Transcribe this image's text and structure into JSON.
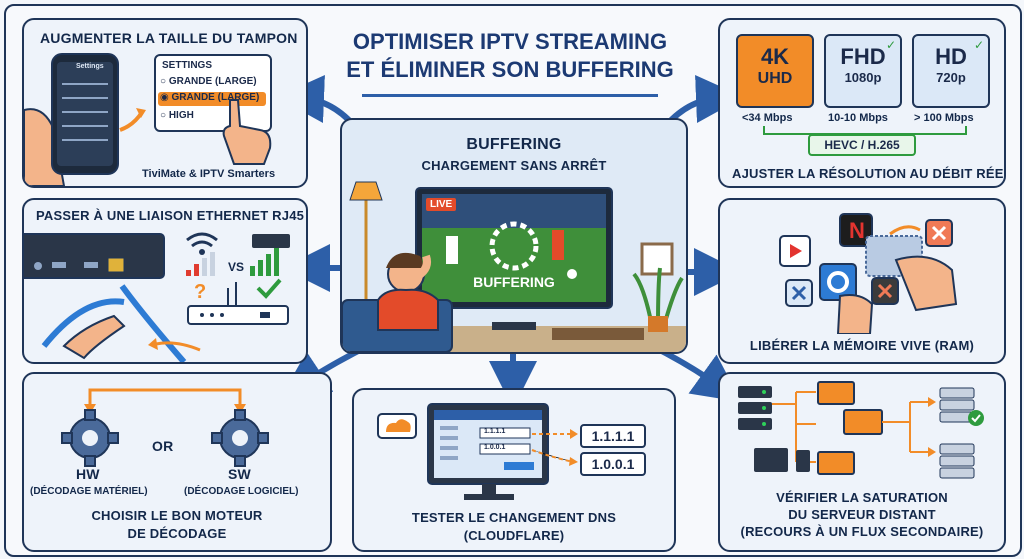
{
  "title": {
    "line1": "OPTIMISER IPTV STREAMING",
    "line2": "ET ÉLIMINER SON BUFFERING"
  },
  "buffer_panel": {
    "title": "AUGMENTER LA TAILLE DU TAMPON",
    "settings_label": "SETTINGS",
    "options": [
      "GRANDE (LARGE)",
      "GRANDE (LARGE)",
      "HIGH"
    ],
    "phone_header": "Settings",
    "caption": "TiviMate & IPTV Smarters"
  },
  "center_panel": {
    "title": "BUFFERING",
    "subtitle": "CHARGEMENT SANS ARRÊT",
    "live_badge": "LIVE",
    "tv_text": "BUFFERING"
  },
  "resolution_panel": {
    "items": [
      {
        "line1": "4K",
        "line2": "UHD",
        "speed": "<34 Mbps"
      },
      {
        "line1": "FHD",
        "line2": "1080p",
        "speed": "10-10 Mbps"
      },
      {
        "line1": "HD",
        "line2": "720p",
        "speed": "> 100 Mbps"
      }
    ],
    "codec": "HEVC / H.265",
    "caption": "AJUSTER LA RÉSOLUTION AU DÉBIT RÉEL",
    "colors": {
      "uhd": "#f28c28",
      "other": "#dbe8f7",
      "green": "#2e9b3e"
    }
  },
  "ethernet_panel": {
    "title": "PASSER À UNE LIAISON ETHERNET RJ45",
    "vs": "VS"
  },
  "ram_panel": {
    "caption": "LIBÉRER LA MÉMOIRE VIVE (RAM)"
  },
  "decoder_panel": {
    "hw": "HW",
    "hw_desc": "(DÉCODAGE MATÉRIEL)",
    "or": "OR",
    "sw": "SW",
    "sw_desc": "(DÉCODAGE LOGICIEL)",
    "caption_line1": "CHOISIR LE BON MOTEUR",
    "caption_line2": "DE DÉCODAGE"
  },
  "dns_panel": {
    "dns1": "1.1.1.1",
    "dns2": "1.0.0.1",
    "field1": "1.1.1.1",
    "field2": "1.0.0.1",
    "caption_line1": "TESTER LE CHANGEMENT DNS",
    "caption_line2": "(CLOUDFLARE)"
  },
  "server_panel": {
    "caption_line1": "VÉRIFIER LA SATURATION",
    "caption_line2": "DU SERVEUR DISTANT",
    "caption_line3": "(RECOURS À UN FLUX SECONDAIRE)"
  }
}
